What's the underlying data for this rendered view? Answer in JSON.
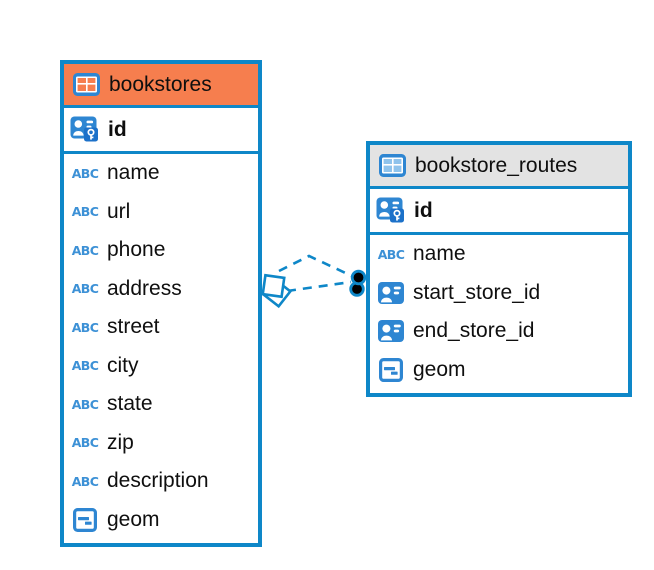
{
  "icons": {
    "text_type_glyph": "ABC"
  },
  "diagram": {
    "tables": [
      {
        "name": "bookstores",
        "header_color": "#f67e4e",
        "primary_key": {
          "name": "id",
          "icon": "primary-key-icon"
        },
        "columns": [
          {
            "name": "name",
            "icon": "text-type-icon"
          },
          {
            "name": "url",
            "icon": "text-type-icon"
          },
          {
            "name": "phone",
            "icon": "text-type-icon"
          },
          {
            "name": "address",
            "icon": "text-type-icon"
          },
          {
            "name": "street",
            "icon": "text-type-icon"
          },
          {
            "name": "city",
            "icon": "text-type-icon"
          },
          {
            "name": "state",
            "icon": "text-type-icon"
          },
          {
            "name": "zip",
            "icon": "text-type-icon"
          },
          {
            "name": "description",
            "icon": "text-type-icon"
          },
          {
            "name": "geom",
            "icon": "geometry-type-icon"
          }
        ]
      },
      {
        "name": "bookstore_routes",
        "header_color": "#e3e3e3",
        "primary_key": {
          "name": "id",
          "icon": "primary-key-icon"
        },
        "columns": [
          {
            "name": "name",
            "icon": "text-type-icon"
          },
          {
            "name": "start_store_id",
            "icon": "foreign-key-icon"
          },
          {
            "name": "end_store_id",
            "icon": "foreign-key-icon"
          },
          {
            "name": "geom",
            "icon": "geometry-type-icon"
          }
        ]
      }
    ],
    "relationships": [
      {
        "from_table": "bookstores",
        "to_table": "bookstore_routes",
        "from_marker": "double-square",
        "to_marker": "dot",
        "line_style": "dashed"
      },
      {
        "from_table": "bookstores",
        "to_table": "bookstore_routes",
        "from_marker": "double-square",
        "to_marker": "dot",
        "line_style": "dashed"
      }
    ],
    "colors": {
      "accent_blue": "#0e87c8",
      "icon_blue": "#2e86d2",
      "header_orange": "#f67e4e",
      "header_gray": "#e3e3e3"
    }
  }
}
